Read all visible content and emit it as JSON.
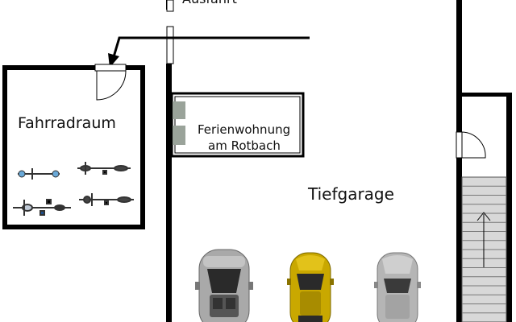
{
  "labels": {
    "top_exit": "Ausfahrt",
    "bike_room": "Fahrradraum",
    "apartment_line1": "Ferienwohnung",
    "apartment_line2": "am Rotbach",
    "garage": "Tiefgarage"
  },
  "colors": {
    "wall": "#000000",
    "stairs": "#d8d8d8",
    "car_silver": "#a9a9a9",
    "car_gold": "#c9a800",
    "car_gray": "#b5b5b5",
    "storage_box": "#9aa39a"
  },
  "bikes": 4,
  "stair_steps": 16,
  "cars": [
    "silver-convertible",
    "gold-hatchback",
    "gray-sedan"
  ]
}
